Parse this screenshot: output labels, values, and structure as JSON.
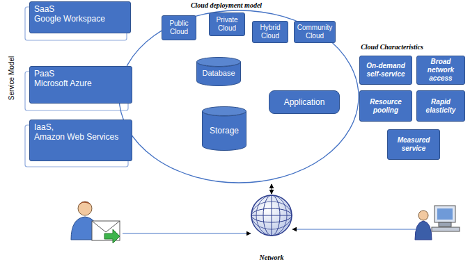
{
  "diagram": {
    "nodes": [
      {
        "text": [
          "Public Cloud"
        ]
      },
      {
        "text": [
          "Private Cloud"
        ]
      },
      {
        "text": [
          "Hybrid Cloud"
        ]
      },
      {
        "text": [
          "Community Cloud"
        ]
      },
      {
        "text": [
          "SaaS",
          "Google Workspace"
        ]
      },
      {
        "text": [
          "PaaS",
          "Microsoft Azure"
        ]
      },
      {
        "text": [
          "IaaS,",
          "Amazon Web Services"
        ]
      },
      {
        "text": [
          "Database"
        ]
      },
      {
        "text": [
          "Storage"
        ]
      },
      {
        "text": [
          "Application"
        ]
      },
      {
        "text": [
          "On-demand self-service"
        ]
      },
      {
        "text": [
          "Broad network access"
        ]
      },
      {
        "text": [
          "Resource pooling"
        ]
      },
      {
        "text": [
          "Rapid elasticity"
        ]
      },
      {
        "text": [
          "Measured service"
        ]
      }
    ],
    "labels": [
      "Service Model",
      "Cloud deployment model",
      "Cloud Characteristics",
      "Network"
    ]
  }
}
